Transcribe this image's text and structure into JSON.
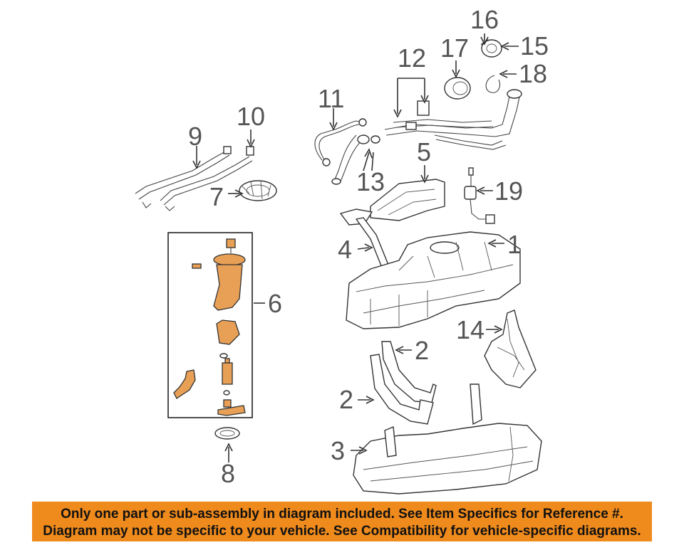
{
  "callouts": {
    "c1": "1",
    "c2a": "2",
    "c2b": "2",
    "c3": "3",
    "c4": "4",
    "c5": "5",
    "c6": "6",
    "c7": "7",
    "c8": "8",
    "c9": "9",
    "c10": "10",
    "c11": "11",
    "c12": "12",
    "c13": "13",
    "c14": "14",
    "c15": "15",
    "c16": "16",
    "c17": "17",
    "c18": "18",
    "c19": "19"
  },
  "notice": {
    "line1": "Only one part or sub-assembly in diagram included. See Item Specifics for Reference #.",
    "line2": "Diagram may not be specific to your vehicle. See Compatibility for vehicle-specific diagrams."
  },
  "colors": {
    "banner": "#ef8a1c",
    "highlight_parts": "#e8a056"
  }
}
